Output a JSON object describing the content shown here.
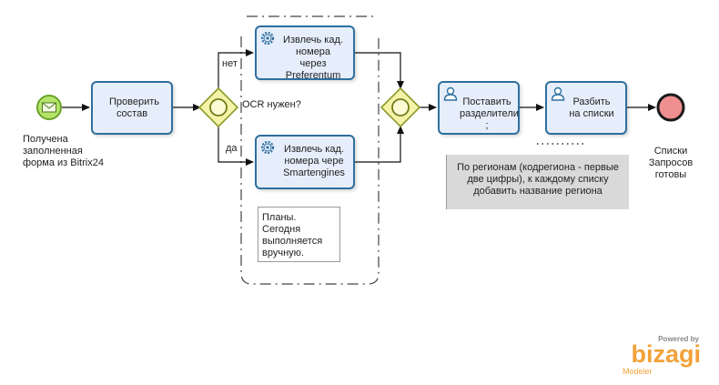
{
  "colors": {
    "task_fill": "#e6eefc",
    "task_border": "#2f6f9e",
    "start_fill": "#b5e46b",
    "start_border": "#6aa32a",
    "end_fill": "#f08f8f",
    "end_border": "#1a1a1a",
    "gateway_fill": "#f4f3a8",
    "gateway_border": "#8a9a28",
    "brand_orange": "#f2a23a",
    "note_fill": "#d9d9d9"
  },
  "start_event": {
    "label": "Получена заполненная форма из Bitrix24",
    "icon": "envelope-icon"
  },
  "tasks": {
    "check": {
      "label": "Проверить состав"
    },
    "preferentum": {
      "label": "Извлечь кад. номера через Preferentum",
      "icon": "gear-icon"
    },
    "smartengines": {
      "label": "Извлечь кад. номера чере Smartengines",
      "icon": "gear-icon"
    },
    "separators": {
      "label": "Поставить разделители ;",
      "icon": "user-icon"
    },
    "split": {
      "label": "Разбить на списки",
      "icon": "user-icon"
    }
  },
  "gateways": {
    "ocr": {
      "label": "OCR нужен?"
    },
    "merge": {
      "label": ""
    }
  },
  "flows": {
    "no": "нет",
    "yes": "да"
  },
  "end_event": {
    "label": "Списки Запросов готовы"
  },
  "annotations": {
    "plans": "Планы. Сегодня выполняется вручную.",
    "regions": "По регионам (кодрегиона - первые две цифры), к каждому списку добавить название региона"
  },
  "branding": {
    "powered": "Powered by",
    "name": "bizagi",
    "product": "Modeler"
  }
}
